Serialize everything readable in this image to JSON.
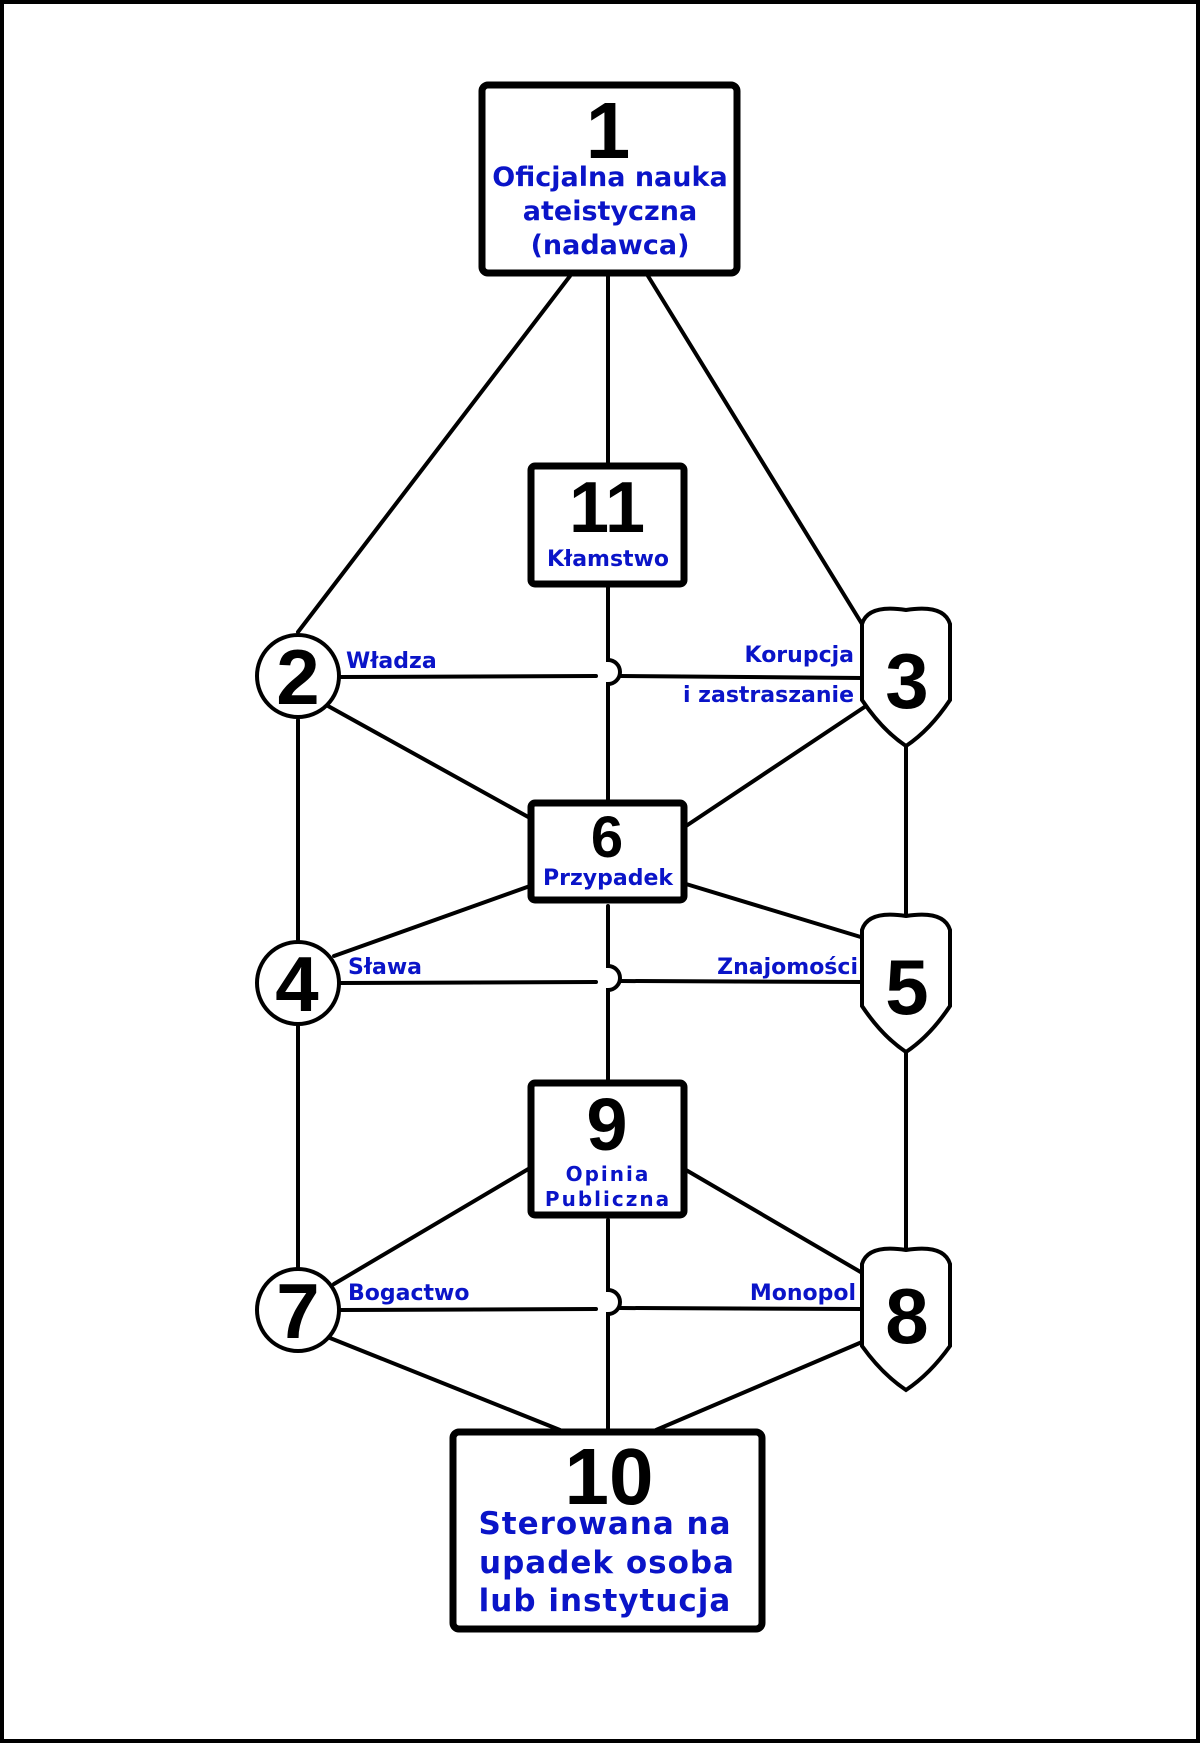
{
  "colors": {
    "line": "#000000",
    "label": "#0a14c8",
    "background": "#ffffff"
  },
  "nodes": {
    "n1": {
      "number": "1",
      "lines": [
        "Oficjalna nauka",
        "ateistyczna",
        "(nadawca)"
      ]
    },
    "n11": {
      "number": "11",
      "lines": [
        "Kłamstwo"
      ]
    },
    "n2": {
      "number": "2"
    },
    "n3": {
      "number": "3"
    },
    "n6": {
      "number": "6",
      "lines": [
        "Przypadek"
      ]
    },
    "n4": {
      "number": "4"
    },
    "n5": {
      "number": "5"
    },
    "n9": {
      "number": "9",
      "lines": [
        "Opinia",
        "Publiczna"
      ]
    },
    "n7": {
      "number": "7"
    },
    "n8": {
      "number": "8"
    },
    "n10": {
      "number": "10",
      "lines": [
        "Sterowana na",
        "upadek osoba",
        "lub instytucja"
      ]
    }
  },
  "edge_labels": {
    "wladza": "Władza",
    "korupcja_1": "Korupcja",
    "korupcja_2": "i zastraszanie",
    "slawa": "Sława",
    "znajomosci": "Znajomości",
    "bogactwo": "Bogactwo",
    "monopol": "Monopol"
  }
}
